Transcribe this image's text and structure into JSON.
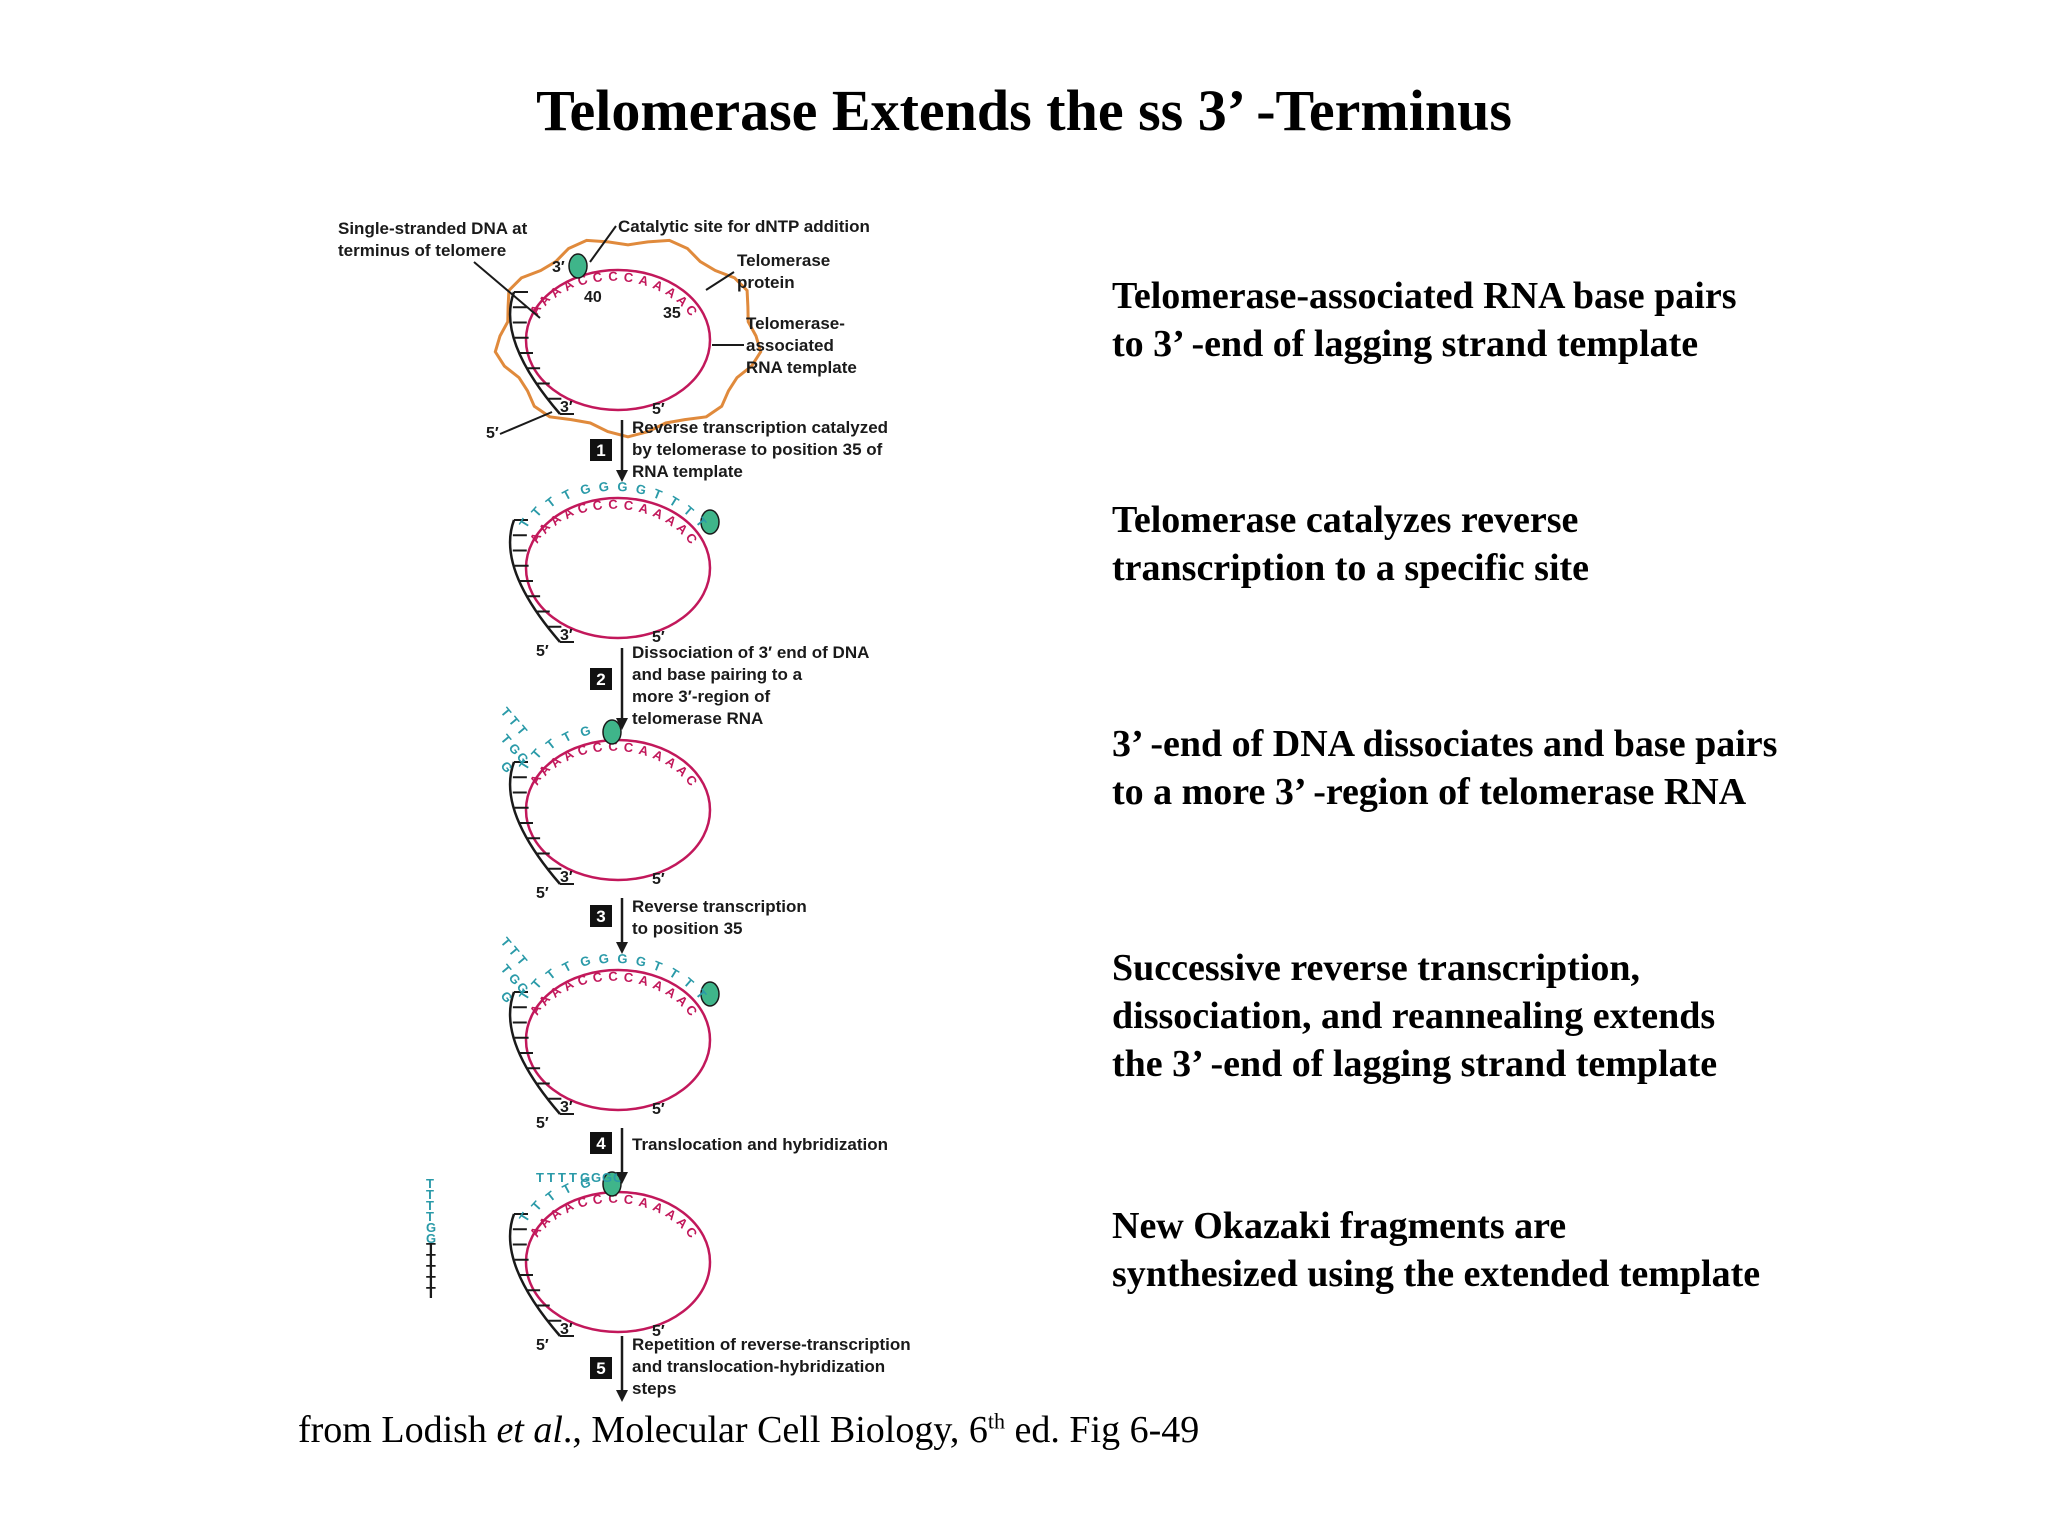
{
  "title": "Telomerase Extends the ss 3’ -Terminus",
  "captions": [
    {
      "line1": "Telomerase-associated RNA base pairs",
      "line2": "to 3’ -end of lagging strand template",
      "line3": ""
    },
    {
      "line1": "Telomerase catalyzes reverse",
      "line2": "transcription to a specific site",
      "line3": ""
    },
    {
      "line1": "3’ -end of DNA dissociates and base pairs",
      "line2": "to a more 3’ -region of telomerase RNA",
      "line3": ""
    },
    {
      "line1": "Successive reverse transcription,",
      "line2": "dissociation, and reannealing extends",
      "line3": "the 3’ -end of lagging strand template"
    },
    {
      "line1": "New Okazaki fragments are",
      "line2": "synthesized using the extended template",
      "line3": ""
    }
  ],
  "citation": {
    "prefix": "from Lodish ",
    "italic": "et al",
    "middle": "., Molecular Cell Biology, 6",
    "sup": "th",
    "suffix": " ed. Fig 6-49"
  },
  "figure": {
    "labels": {
      "ss_dna_line1": "Single-stranded DNA at",
      "ss_dna_line2": "terminus of telomere",
      "catalytic_site": "Catalytic site for dNTP addition",
      "protein_line1": "Telomerase",
      "protein_line2": "protein",
      "rna_line1": "Telomerase-",
      "rna_line2": "associated",
      "rna_line3": "RNA template",
      "pos40": "40",
      "pos35": "35",
      "three_prime": "3′",
      "five_prime": "5′"
    },
    "rna_sequence": "AAAACCCCAAAAC",
    "dna_repeat": "TTTTGGGG",
    "steps": [
      {
        "number": "1",
        "line1": "Reverse transcription catalyzed",
        "line2": "by telomerase to position 35 of",
        "line3": "RNA template",
        "line4": ""
      },
      {
        "number": "2",
        "line1": "Dissociation of 3′ end of DNA",
        "line2": "and base pairing to a",
        "line3": "more 3′-region of",
        "line4": "telomerase RNA"
      },
      {
        "number": "3",
        "line1": "Reverse transcription",
        "line2": "to position 35",
        "line3": "",
        "line4": ""
      },
      {
        "number": "4",
        "line1": "Translocation and hybridization",
        "line2": "",
        "line3": "",
        "line4": ""
      },
      {
        "number": "5",
        "line1": "Repetition of reverse-transcription",
        "line2": "and translocation-hybridization",
        "line3": "steps",
        "line4": ""
      }
    ],
    "colors": {
      "rna": "#c2185b",
      "dna": "#2a9aa8",
      "protein": "#e08a3c",
      "enzyme": "#3fb58a"
    }
  }
}
